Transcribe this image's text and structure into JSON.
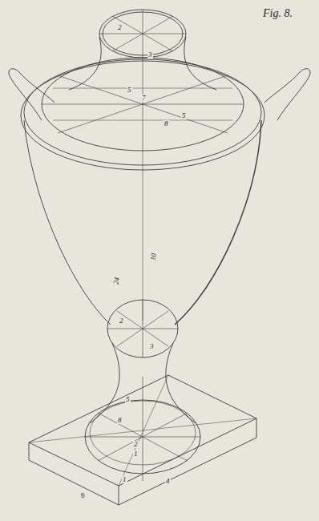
{
  "diagram": {
    "title": "Fig. 8.",
    "labels": [
      "2",
      "3",
      "5",
      "7",
      "8",
      "5",
      "10",
      "24",
      "2",
      "3",
      "5",
      "8",
      "2",
      "1",
      "1",
      "4",
      "8"
    ]
  }
}
